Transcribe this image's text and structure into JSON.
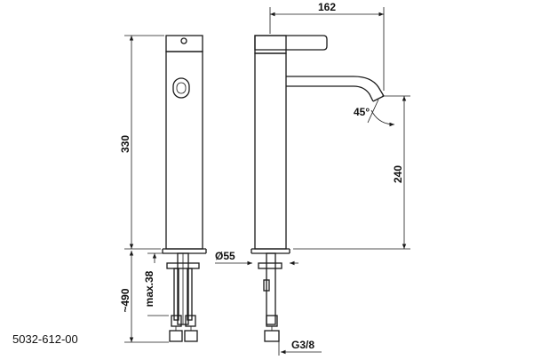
{
  "dimensions": {
    "width_top": "162",
    "height_body": "330",
    "height_spout": "240",
    "angle": "45°",
    "diameter": "Ø55",
    "max_thickness": "max.38",
    "total_depth": "~490",
    "connection": "G3/8"
  },
  "product_code": "5032-612-00",
  "colors": {
    "line": "#1a1a1a",
    "background": "#ffffff"
  }
}
